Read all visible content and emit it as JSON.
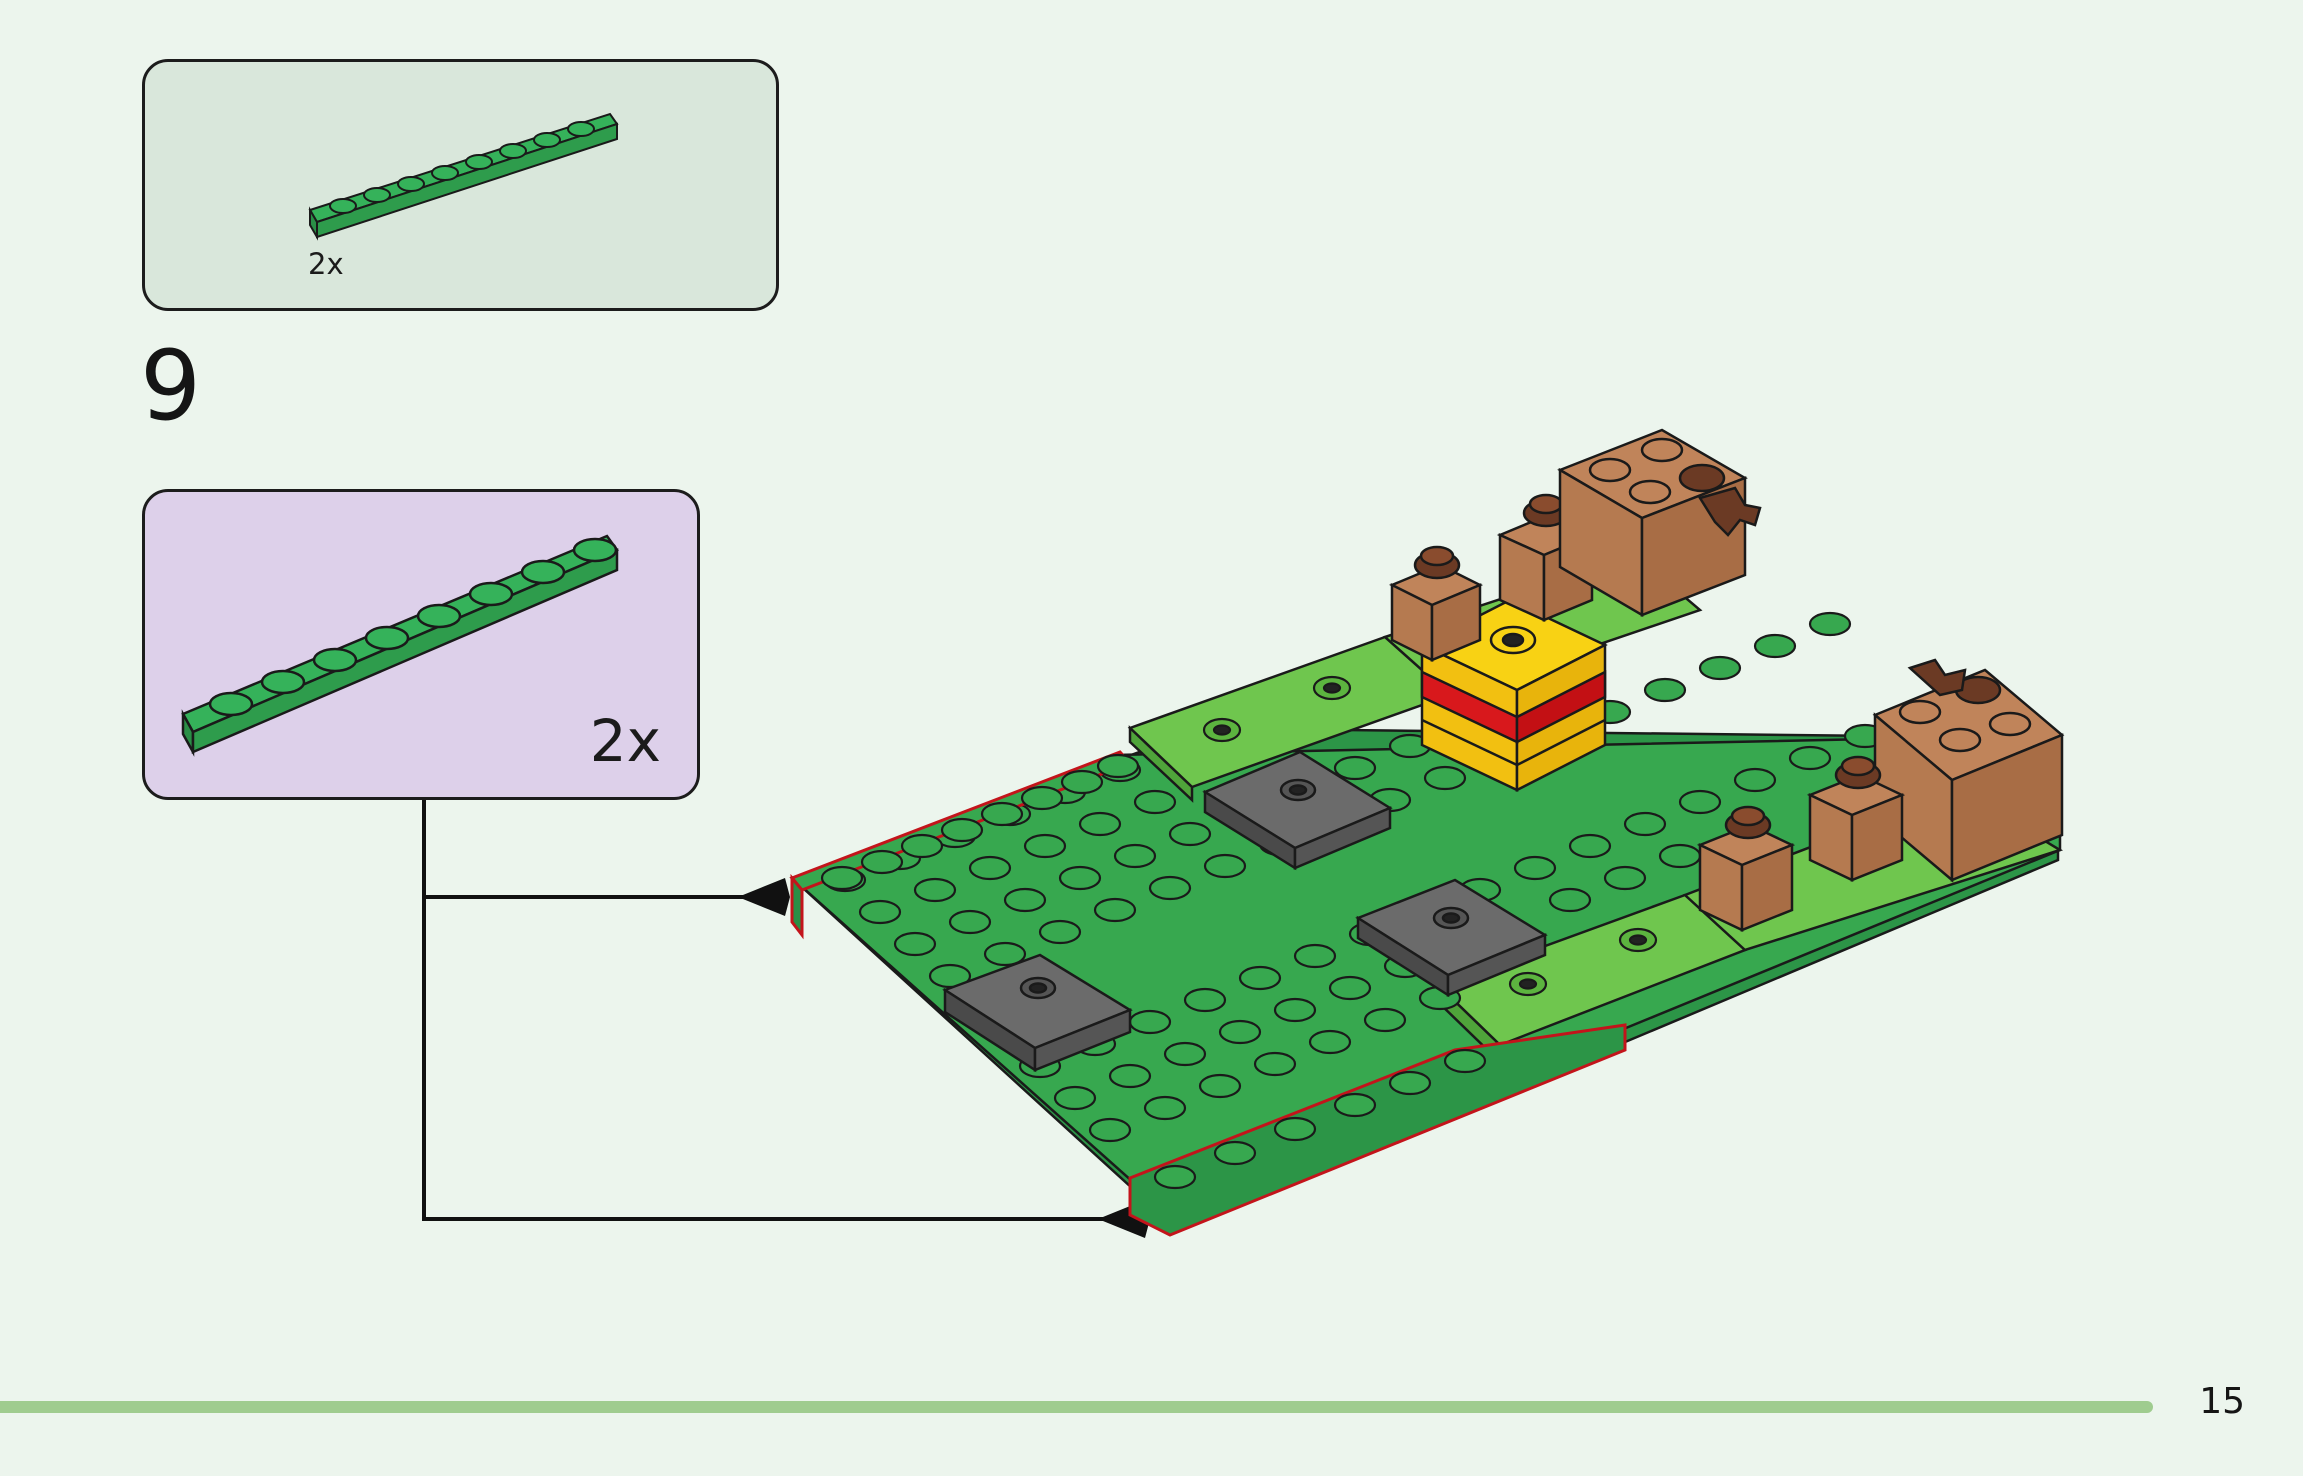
{
  "previous_parts": {
    "quantity": "2x",
    "part_color": "#35b25a"
  },
  "step": {
    "number": "9"
  },
  "current_parts": {
    "quantity": "2x",
    "part_color": "#35b25a"
  },
  "colors": {
    "background": "#ecf5ed",
    "green_plate": "#37a84f",
    "light_green_tile": "#6fc64e",
    "grey_tile": "#6b6b6b",
    "brown_brick": "#c0845a",
    "dark_brown": "#6b3a24",
    "yellow_brick": "#f8d214",
    "red_stripe": "#d8181c",
    "highlight_outline": "#c3141b",
    "progress": "#9fcc8f"
  },
  "page": {
    "number": "15"
  }
}
